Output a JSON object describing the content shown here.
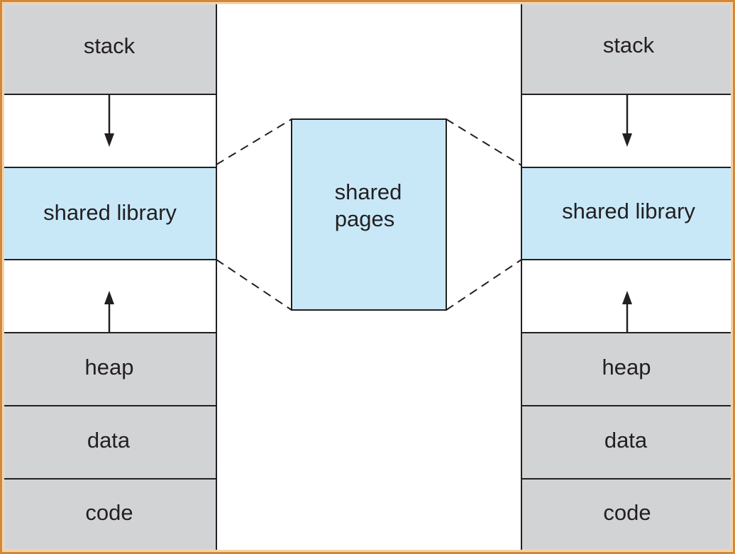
{
  "colors": {
    "frame_outer": "#d2883a",
    "frame_inner": "#f3c27e",
    "gray_segment": "#d2d3d5",
    "shared_segment": "#c8e8f8",
    "empty_segment": "#ffffff",
    "line": "#231f20"
  },
  "left_process": {
    "segments": {
      "stack": "stack",
      "shared_library": "shared library",
      "heap": "heap",
      "data": "data",
      "code": "code"
    }
  },
  "shared_pages": {
    "line1": "shared",
    "line2": "pages"
  },
  "right_process": {
    "segments": {
      "stack": "stack",
      "shared_library": "shared library",
      "heap": "heap",
      "data": "data",
      "code": "code"
    }
  }
}
